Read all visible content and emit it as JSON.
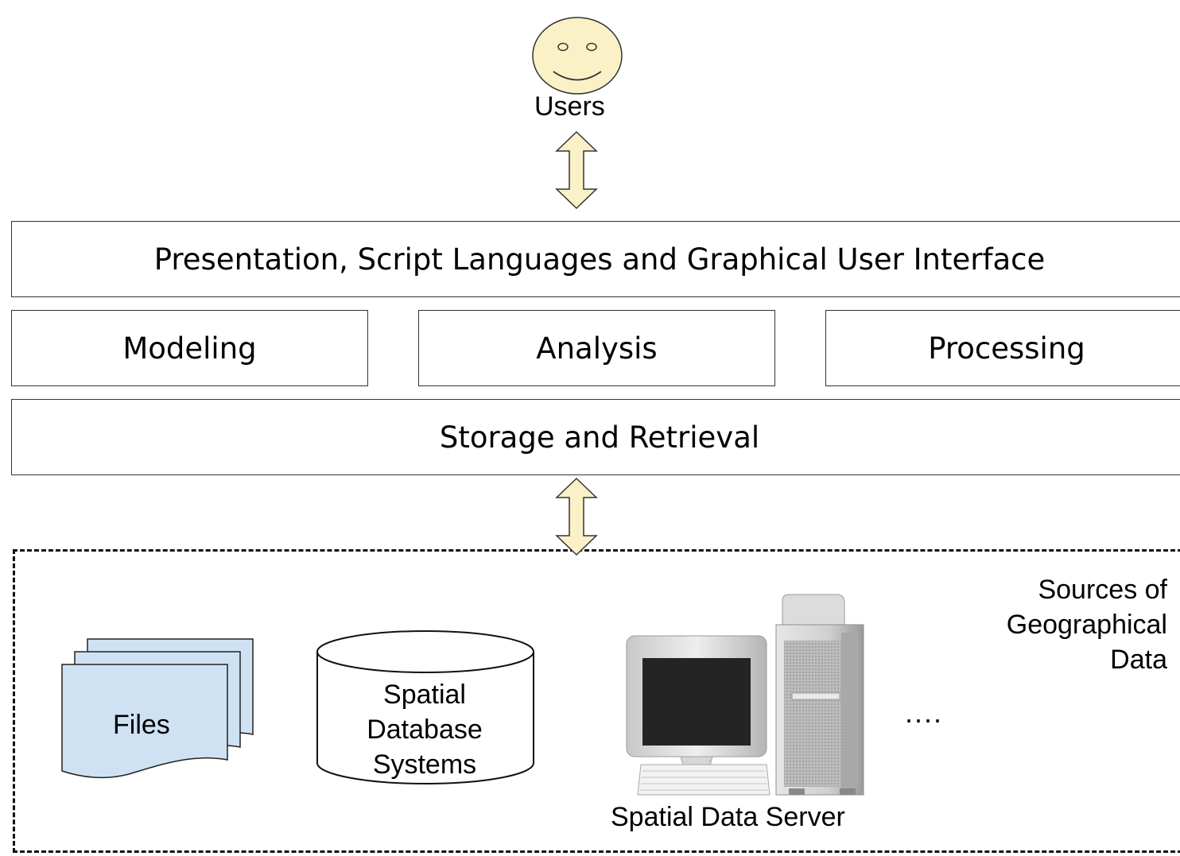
{
  "users": {
    "label": "Users",
    "icon": "smiley-face-icon",
    "face_color": "#FBF1C7"
  },
  "layers": {
    "presentation": "Presentation, Script Languages and Graphical User Interface",
    "modeling": "Modeling",
    "analysis": "Analysis",
    "processing": "Processing",
    "storage": "Storage and Retrieval"
  },
  "arrows": {
    "icon": "double-headed-arrow-icon",
    "fill_color": "#FBF1C7"
  },
  "sources": {
    "title": "Sources of Geographical Data",
    "files": {
      "label": "Files",
      "icon": "stacked-documents-icon",
      "fill_color": "#CFE2F3"
    },
    "database": {
      "label": "Spatial Database Systems",
      "icon": "database-cylinder-icon"
    },
    "server": {
      "label": "Spatial Data Server",
      "icon": "computer-workstation-icon"
    },
    "more": "...."
  }
}
